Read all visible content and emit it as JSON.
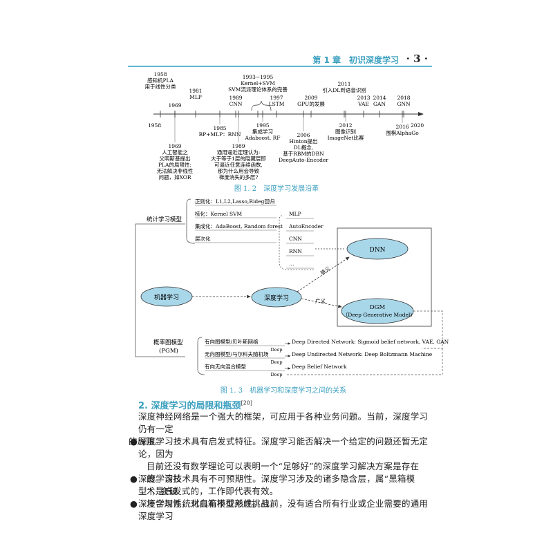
{
  "header": {
    "chapter": "第 1 章　初识深度学习",
    "page": "· 3 ·"
  },
  "fig12": {
    "caption": "图 1. 2　深度学习发展沿革",
    "axis_start": "1958",
    "axis_end": "2020",
    "above": [
      {
        "year": "1958",
        "lines": [
          "感知机PLA",
          "用于线性分类"
        ]
      },
      {
        "year": "1969",
        "lines": []
      },
      {
        "year": "1981",
        "lines": [
          "MLP"
        ]
      },
      {
        "year": "1989",
        "lines": [
          "CNN"
        ]
      },
      {
        "year": "1993~1995",
        "lines": [
          "Kernel+SVM",
          "SVM流派理论体系的完善"
        ]
      },
      {
        "year": "1997",
        "lines": [
          "LSTM"
        ]
      },
      {
        "year": "2009",
        "lines": [
          "GPU的发展"
        ]
      },
      {
        "year": "2011",
        "lines": [
          "引入DL到语音识别"
        ]
      },
      {
        "year": "2013",
        "lines": [
          "VAE"
        ]
      },
      {
        "year": "2014",
        "lines": [
          "GAN"
        ]
      },
      {
        "year": "2018",
        "lines": [
          "GNN"
        ]
      }
    ],
    "below": [
      {
        "year": "1969",
        "lines": [
          "人工智能之",
          "父明斯基提出",
          "PLA的局限性:",
          "无法解决非线性",
          "问题，如XOR"
        ]
      },
      {
        "year": "1985",
        "lines": [
          "BP+MLP：RNN"
        ]
      },
      {
        "year": "1989",
        "lines": [
          "通用逼近定理认为:",
          "大于等于1层的隐藏层即",
          "可逼近任意连续函数,",
          "那为什么用会导致",
          "梯度消失的多层?"
        ]
      },
      {
        "year": "1995",
        "lines": [
          "集成学习",
          "Adaboost, RF"
        ]
      },
      {
        "year": "2006",
        "lines": [
          "Hinton提出",
          "DL概念,",
          "基于RBM的DBN",
          "DeepAuto-Encoder"
        ]
      },
      {
        "year": "2012",
        "lines": [
          "图像识别",
          "ImageNet比赛"
        ]
      },
      {
        "year": "2016",
        "lines": [
          "围棋AlphaGo"
        ]
      }
    ]
  },
  "fig13": {
    "caption": "图 1. 3　机器学习和深度学习之间的关系",
    "ml": "机器学习",
    "dl": "深度学习",
    "stat_models": "统计学习模型",
    "stat_items": [
      "正则化：L1,L2,Lasso,Rideg回归",
      "核化：Kernel SVM",
      "集成化：AdaBoost, Random forest",
      "层次化"
    ],
    "nn_items": [
      "MLP",
      "AutoEncoder",
      "CNN",
      "RNN",
      "…"
    ],
    "dnn": "DNN",
    "dgm": [
      "DGM",
      "（Deep Generative Model)"
    ],
    "deep_label": "狭义",
    "wide_label": "广义",
    "pgm": [
      "概率图模型",
      "(PGM)"
    ],
    "pgm_items": [
      {
        "left": "有向图模型/贝叶斯网络",
        "right": "Deep Directed Network: Sigmoid belief network, VAE, GAN"
      },
      {
        "left": "无向图模型/马尔科夫随机场",
        "right": "Deep Undirected Network: Deep Boltzmann Machine"
      },
      {
        "left": "有向无向混合模型",
        "right": "Deep Belief Network"
      }
    ],
    "deep_tag": "Deep"
  },
  "section": {
    "title": "2. 深度学习的局限和瓶颈",
    "ref": "[20]"
  },
  "intro": [
    "深度神经网络是一个强大的框架，可应用于各种业务问题。当前，深度学习仍有一定",
    "的局限。"
  ],
  "bullets": [
    [
      "深度学习技术具有启发式特征。深度学习能否解决一个给定的问题还暂无定论，因为",
      "目前还没有数学理论可以表明一个“足够好”的深度学习解决方案是存在的。该技",
      "术是启发式的，工作即代表有效。"
    ],
    [
      "深度学习技术具有不可预期性。深度学习涉及的诸多隐含层，属“黑箱模型”，会破",
      "坏合规性，对白箱模型形成挑战。"
    ],
    [
      "深度学习系统化具有不成熟性。目前，没有适合所有行业或企业需要的通用深度学习"
    ]
  ]
}
